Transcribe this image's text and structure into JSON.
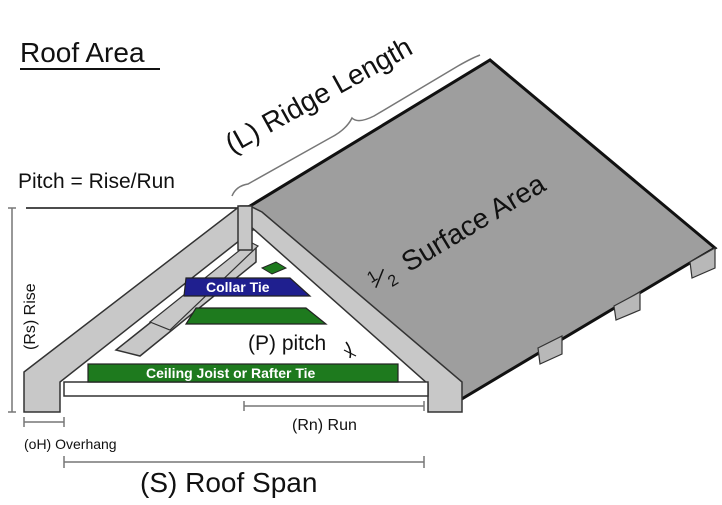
{
  "title": "Roof Area",
  "labels": {
    "ridge_length": "(L) Ridge Length",
    "surface_area_fraction_num": "1",
    "surface_area_fraction_den": "2",
    "surface_area": "Surface Area",
    "pitch_formula": "Pitch = Rise/Run",
    "rise": "(Rs) Rise",
    "collar_tie": "Collar Tie",
    "pitch": "(P) pitch",
    "ceiling_joist": "Ceiling Joist or Rafter Tie",
    "run": "(Rn) Run",
    "overhang": "(oH) Overhang",
    "roof_span": "(S) Roof Span"
  },
  "colors": {
    "collar_tie": "#1f1f8f",
    "joist_green": "#1e7a1e",
    "roof_surface": "#9e9e9e",
    "rafter": "#c8c8c8"
  }
}
